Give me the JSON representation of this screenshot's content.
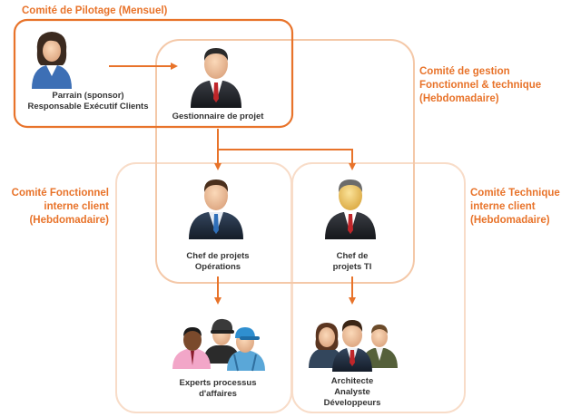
{
  "colors": {
    "accent": "#e8732a",
    "frame_light": "#f4c8a8",
    "frame_faint": "#f8dcc8",
    "text": "#333333"
  },
  "committees": {
    "pilotage": "Comité de Pilotage (Mensuel)",
    "gestion": [
      "Comité de gestion",
      "Fonctionnel & technique",
      "(Hebdomadaire)"
    ],
    "fonctionnel": [
      "Comité Fonctionnel",
      "interne client",
      "(Hebdomadaire)"
    ],
    "technique": [
      "Comité Technique",
      "interne client",
      "(Hebdomadaire)"
    ]
  },
  "nodes": {
    "sponsor": {
      "label": [
        "Parrain (sponsor)",
        "Responsable Exécutif Clients"
      ],
      "icon": "businesswoman-icon"
    },
    "gestionnaire": {
      "label": [
        "Gestionnaire de projet"
      ],
      "icon": "businessman-icon"
    },
    "chef_operations": {
      "label": [
        "Chef de projets",
        "Opérations"
      ],
      "icon": "businessman-icon"
    },
    "chef_ti": {
      "label": [
        "Chef de",
        "projets TI"
      ],
      "icon": "businessman-icon"
    },
    "experts": {
      "label": [
        "Experts processus",
        "d'affaires"
      ],
      "icon": "workers-group-icon"
    },
    "tech_team": {
      "label": [
        "Architecte",
        "Analyste",
        "Développeurs"
      ],
      "icon": "business-team-icon"
    }
  }
}
